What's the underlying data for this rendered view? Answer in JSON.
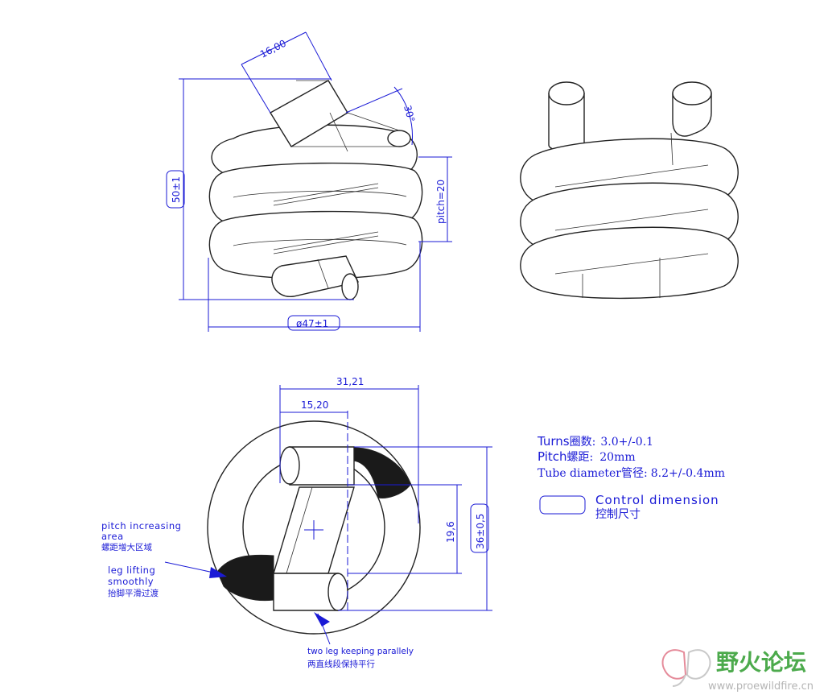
{
  "dimensions": {
    "tube_length": "16,00",
    "angle": "30°",
    "height": "50±1",
    "pitch": "pitch=20",
    "diameter": "ø47±1",
    "leg_span": "31,21",
    "leg_offset": "15,20",
    "leg_distance": "19,6",
    "outer_height": "36±0,5"
  },
  "specs": {
    "turns_label": "Turns",
    "turns_cn": "圈数:",
    "turns_value": "3.0+/-0.1",
    "pitch_label": "Pitch",
    "pitch_cn": "螺距:",
    "pitch_value": "20mm",
    "tube_label": "Tube diameter",
    "tube_cn": "管径:",
    "tube_value": "8.2+/-0.4mm"
  },
  "legend": {
    "label_en": "Control dimension",
    "label_cn": "控制尺寸"
  },
  "notes": {
    "pitch_area_en_1": "pitch increasing",
    "pitch_area_en_2": "area",
    "pitch_area_cn": "螺距增大区域",
    "leg_lifting_en_1": "leg lifting",
    "leg_lifting_en_2": "smoothly",
    "leg_lifting_cn": "抬脚平滑过渡",
    "parallel_en": "two leg keeping parallely",
    "parallel_cn": "两直线段保持平行"
  },
  "watermark": {
    "cn": "野火论坛",
    "url": "www.proewildfire.cn"
  },
  "colors": {
    "dimension": "#1a1ad6",
    "outline": "#222222",
    "watermark_green": "#4caa4c"
  }
}
